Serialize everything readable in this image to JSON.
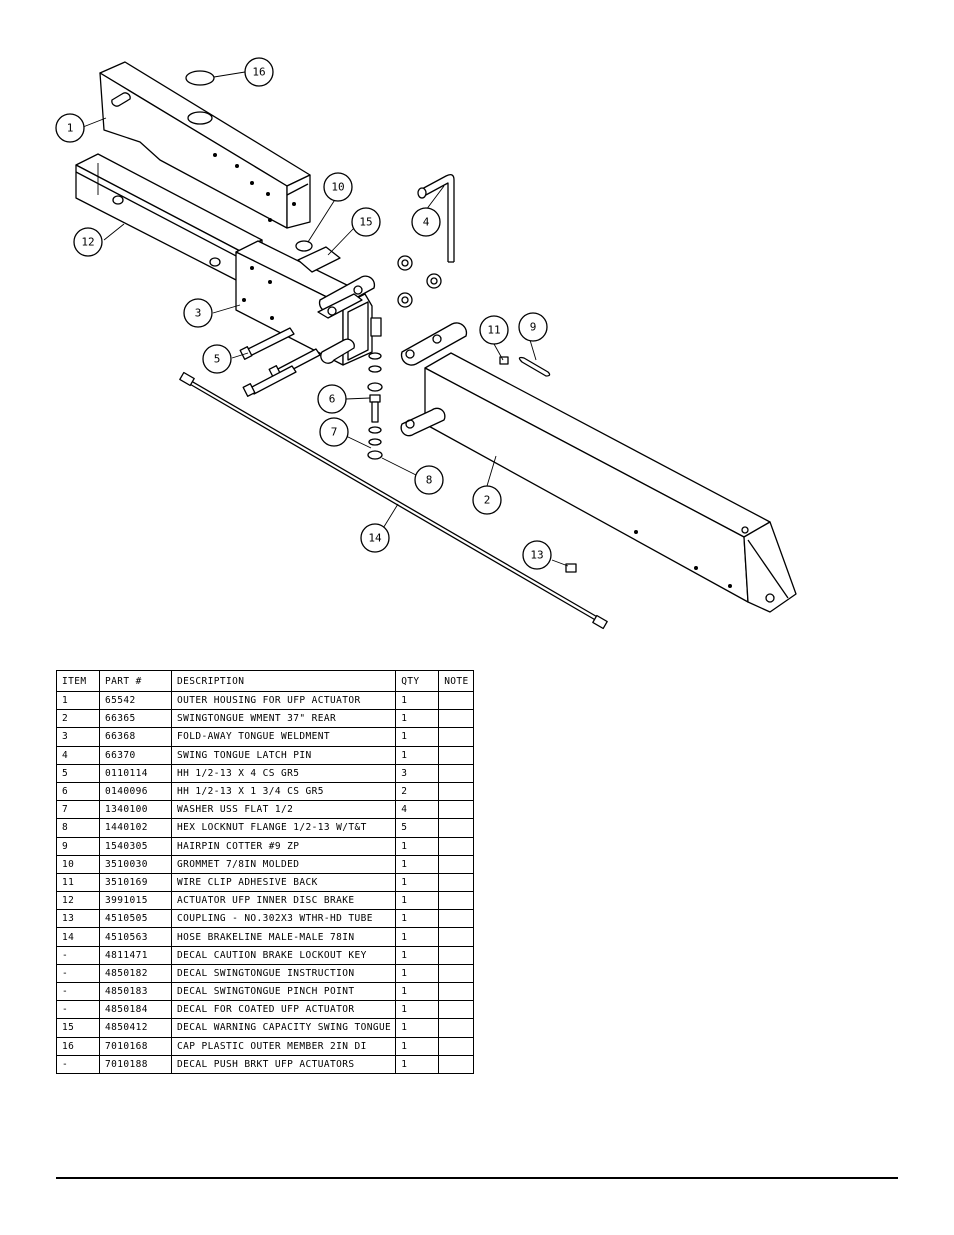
{
  "drawing": {
    "callouts": [
      "1",
      "2",
      "3",
      "4",
      "5",
      "6",
      "7",
      "8",
      "9",
      "10",
      "11",
      "12",
      "13",
      "14",
      "15",
      "16"
    ]
  },
  "parts_table": {
    "headers": [
      "ITEM",
      "PART #",
      "DESCRIPTION",
      "QTY",
      "NOTE"
    ],
    "rows": [
      [
        "1",
        "65542",
        "OUTER HOUSING FOR UFP ACTUATOR",
        "1",
        ""
      ],
      [
        "2",
        "66365",
        "SWINGTONGUE WMENT 37\" REAR",
        "1",
        ""
      ],
      [
        "3",
        "66368",
        "FOLD-AWAY TONGUE WELDMENT",
        "1",
        ""
      ],
      [
        "4",
        "66370",
        "SWING TONGUE LATCH PIN",
        "1",
        ""
      ],
      [
        "5",
        "0110114",
        "HH 1/2-13 X 4 CS GR5",
        "3",
        ""
      ],
      [
        "6",
        "0140096",
        "HH 1/2-13 X 1 3/4 CS GR5",
        "2",
        ""
      ],
      [
        "7",
        "1340100",
        "WASHER USS FLAT 1/2",
        "4",
        ""
      ],
      [
        "8",
        "1440102",
        "HEX LOCKNUT FLANGE 1/2-13 W/T&T",
        "5",
        ""
      ],
      [
        "9",
        "1540305",
        "HAIRPIN COTTER #9 ZP",
        "1",
        ""
      ],
      [
        "10",
        "3510030",
        "GROMMET  7/8IN MOLDED",
        "1",
        ""
      ],
      [
        "11",
        "3510169",
        "WIRE CLIP  ADHESIVE BACK",
        "1",
        ""
      ],
      [
        "12",
        "3991015",
        "ACTUATOR UFP INNER  DISC BRAKE",
        "1",
        ""
      ],
      [
        "13",
        "4510505",
        "COUPLING - NO.302X3 WTHR-HD TUBE",
        "1",
        ""
      ],
      [
        "14",
        "4510563",
        "HOSE BRAKELINE MALE-MALE 78IN",
        "1",
        ""
      ],
      [
        "-",
        "4811471",
        "DECAL CAUTION BRAKE LOCKOUT KEY",
        "1",
        ""
      ],
      [
        "-",
        "4850182",
        "DECAL SWINGTONGUE INSTRUCTION",
        "1",
        ""
      ],
      [
        "-",
        "4850183",
        "DECAL SWINGTONGUE PINCH POINT",
        "1",
        ""
      ],
      [
        "-",
        "4850184",
        "DECAL FOR COATED UFP ACTUATOR",
        "1",
        ""
      ],
      [
        "15",
        "4850412",
        "DECAL WARNING CAPACITY SWING TONGUE",
        "1",
        ""
      ],
      [
        "16",
        "7010168",
        "CAP  PLASTIC OUTER MEMBER 2IN DI",
        "1",
        ""
      ],
      [
        "-",
        "7010188",
        "DECAL PUSH BRKT UFP ACTUATORS",
        "1",
        ""
      ]
    ]
  }
}
